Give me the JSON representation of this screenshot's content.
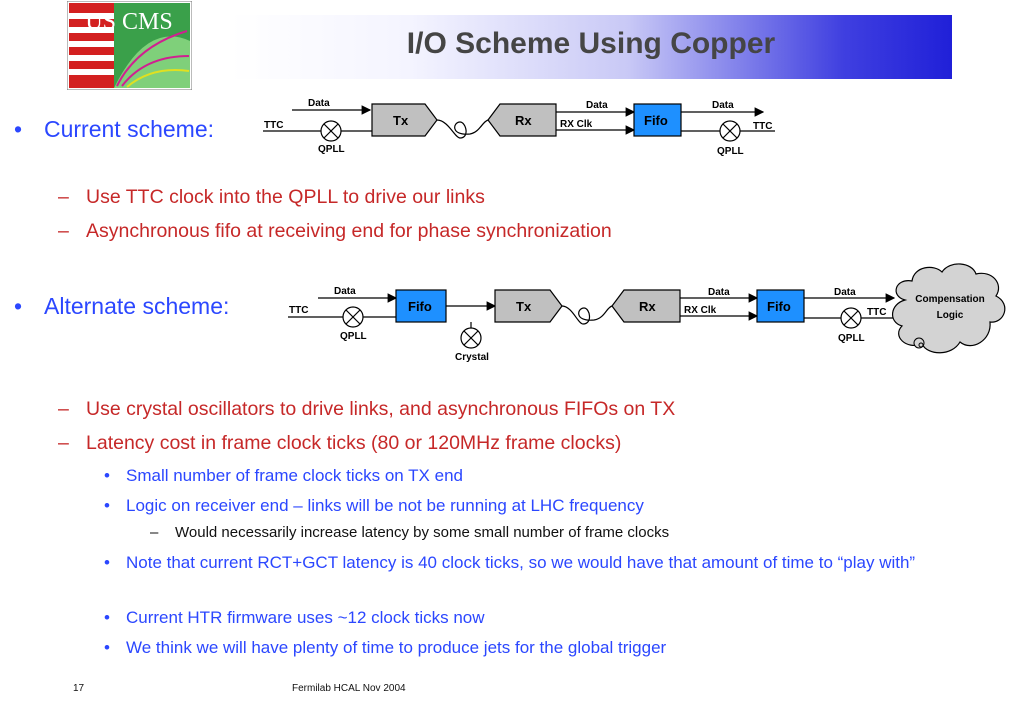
{
  "title": "I/O Scheme Using Copper",
  "logo_text": "US CMS",
  "bullets": {
    "current": "Current scheme:",
    "current_subs": [
      "Use TTC clock into the QPLL to drive our links",
      "Asynchronous fifo at receiving end for phase synchronization"
    ],
    "alternate": "Alternate scheme:",
    "alternate_subs": [
      "Use crystal oscillators to drive links, and asynchronous FIFOs on TX",
      "Latency cost in frame clock ticks (80 or 120MHz frame clocks)"
    ],
    "dots": [
      "Small number of frame clock ticks on TX end",
      "Logic on receiver end – links will be not be running at LHC frequency"
    ],
    "dash4": "Would necessarily increase latency by some small number of frame clocks",
    "dots2": [
      "Note that current RCT+GCT latency is 40 clock ticks, so we would have that amount of time to “play with”",
      "Current HTR firmware uses ~12 clock ticks now",
      "We think we will have plenty of time to produce jets for the global trigger"
    ]
  },
  "diagram1": {
    "data_label": "Data",
    "ttc_label": "TTC",
    "qpll_label": "QPLL",
    "tx_label": "Tx",
    "rx_label": "Rx",
    "rxclk_label": "RX Clk",
    "fifo_label": "Fifo"
  },
  "diagram2": {
    "data_label": "Data",
    "ttc_label": "TTC",
    "qpll_label": "QPLL",
    "fifo_label": "Fifo",
    "tx_label": "Tx",
    "rx_label": "Rx",
    "rxclk_label": "RX Clk",
    "crystal_label": "Crystal",
    "compensation_line1": "Compensation",
    "compensation_line2": "Logic"
  },
  "footer": {
    "page_number": "17",
    "event": "Fermilab HCAL Nov 2004"
  },
  "colors": {
    "bullet_blue": "#2b47ff",
    "sub_red": "#c62828",
    "fifo_fill": "#1e90ff",
    "box_gray": "#c0c0c0"
  }
}
